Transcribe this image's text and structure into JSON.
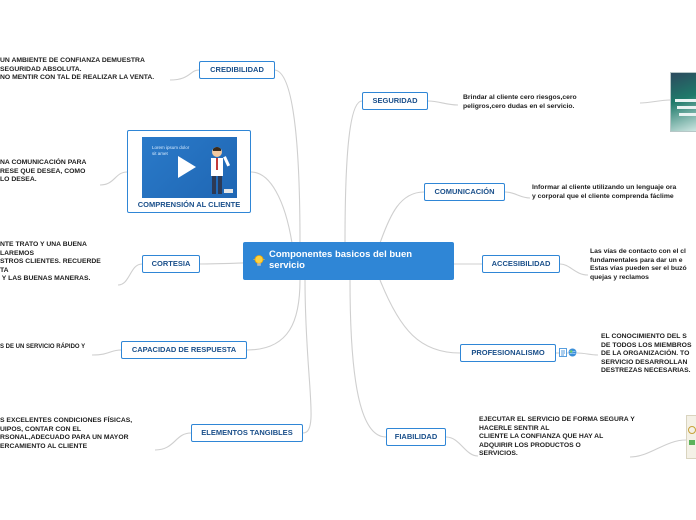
{
  "central": {
    "title": "Componentes basicos del buen servicio"
  },
  "topics": {
    "credibilidad": {
      "label": "CREDIBILIDAD",
      "text": "UN AMBIENTE DE CONFIANZA DEMUESTRA\nSEGURIDAD ABSOLUTA.\nNO MENTIR CON TAL DE REALIZAR LA VENTA."
    },
    "comprension": {
      "label": "COMPRENSIÓN AL CLIENTE",
      "text": "NA COMUNICACIÓN PARA\nRESE QUE DESEA, COMO\nLO DESEA.",
      "video_text": "Lorem ipsum dolor sit amet"
    },
    "cortesia": {
      "label": "CORTESIA",
      "text": "NTE TRATO Y UNA BUENA\nLAREMOS\nSTROS CLIENTES. RECUERDE\nTA\n Y LAS BUENAS MANERAS."
    },
    "capacidad": {
      "label": "CAPACIDAD DE RESPUESTA",
      "text": "S DE UN SERVICIO RÁPIDO Y"
    },
    "tangibles": {
      "label": "ELEMENTOS TANGIBLES",
      "text": "S EXCELENTES CONDICIONES FÍSICAS,\nUIPOS, CONTAR CON EL\nRSONAL,ADECUADO PARA UN MAYOR\nERCAMIENTO AL CLIENTE"
    },
    "seguridad": {
      "label": "SEGURIDAD",
      "text": "Brindar al cliente cero riesgos,cero\npeligros,cero dudas en el servicio."
    },
    "comunicacion": {
      "label": "COMUNICACIÓN",
      "text": "Informar al cliente utilizando un lenguaje ora\ny corporal que el cliente comprenda fáclime"
    },
    "accesibilidad": {
      "label": "ACCESIBILIDAD",
      "text": "Las vías de contacto con el cl\nfundamentales para dar un e\nEstas vías pueden ser el buzó\nquejas y reclamos"
    },
    "profesionalismo": {
      "label": "PROFESIONALISMO",
      "text": "EL CONOCIMIENTO DEL S\nDE TODOS LOS MIEMBROS\nDE LA ORGANIZACIÓN. TO\nSERVICIO DESARROLLAN\nDESTREZAS NECESARIAS."
    },
    "fiabilidad": {
      "label": "FIABILIDAD",
      "text": "EJECUTAR EL SERVICIO DE FORMA SEGURA Y\nHACERLE SENTIR AL\nCLIENTE LA CONFIANZA QUE HAY AL\nADQUIRIR LOS PRODUCTOS O\nSERVICIOS."
    }
  },
  "icons": {
    "central": "light-bulb-icon",
    "profesionalismo": [
      "notes-icon",
      "globe-link-icon"
    ],
    "seguridad": "image-thumbnail",
    "fiabilidad": "image-thumbnail"
  },
  "colors": {
    "accent": "#2f86d6",
    "connector": "#c9c9c9",
    "topic_text": "#1a4f8a"
  }
}
